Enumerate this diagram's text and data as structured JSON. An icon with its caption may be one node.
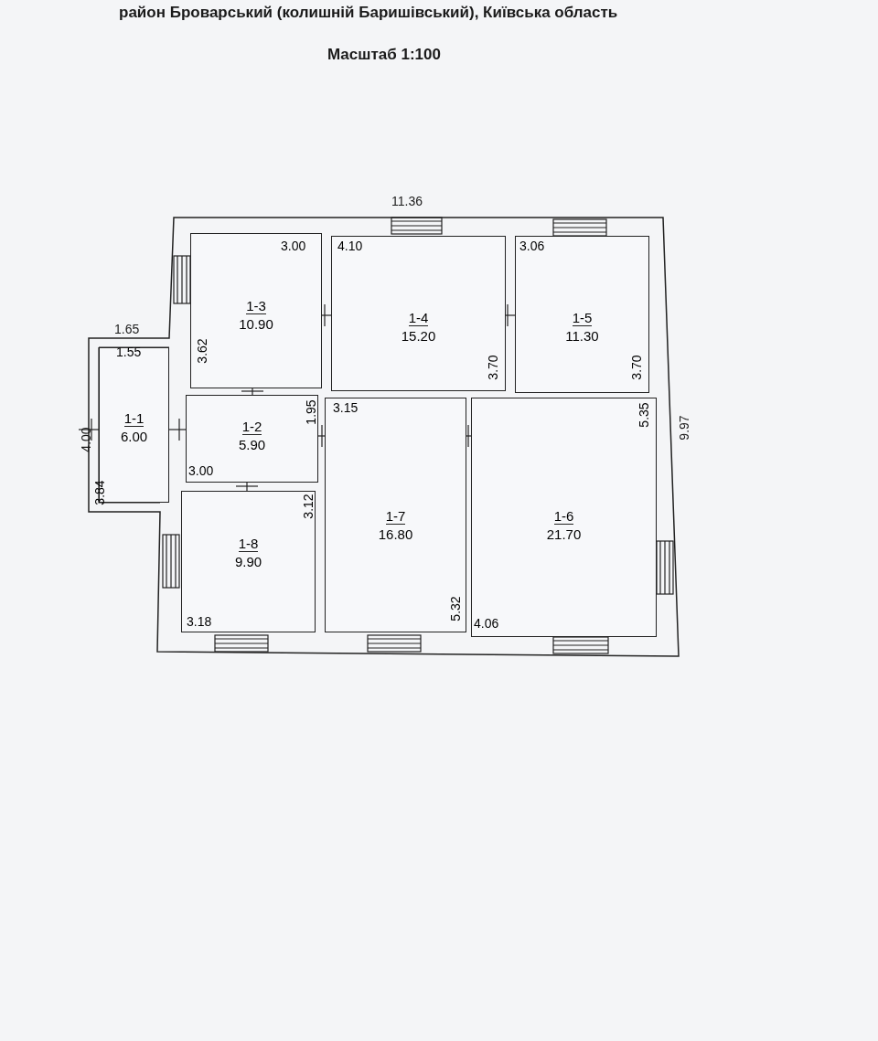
{
  "diagram": {
    "title": "район Броварський (колишній Баришівський), Київська область",
    "nodes": [
      {
        "text": [
          "1-3",
          "10.90",
          "3.00",
          "3.62"
        ]
      },
      {
        "text": [
          "1-4",
          "15.20",
          "4.10",
          "3.70"
        ]
      },
      {
        "text": [
          "1-5",
          "11.30",
          "3.06",
          "3.70"
        ]
      },
      {
        "text": [
          "1-1",
          "6.00",
          "1.55",
          "3.84"
        ]
      },
      {
        "text": [
          "1-2",
          "5.90",
          "1.95",
          "3.00"
        ]
      },
      {
        "text": [
          "1-7",
          "16.80",
          "3.15",
          "5.32"
        ]
      },
      {
        "text": [
          "1-6",
          "21.70",
          "5.35",
          "4.06"
        ]
      },
      {
        "text": [
          "1-8",
          "9.90",
          "3.12",
          "3.18"
        ]
      }
    ],
    "edges": [],
    "labels": [
      "Масштаб 1:100",
      "11.36",
      "1.65",
      "4.00",
      "9.97"
    ]
  }
}
